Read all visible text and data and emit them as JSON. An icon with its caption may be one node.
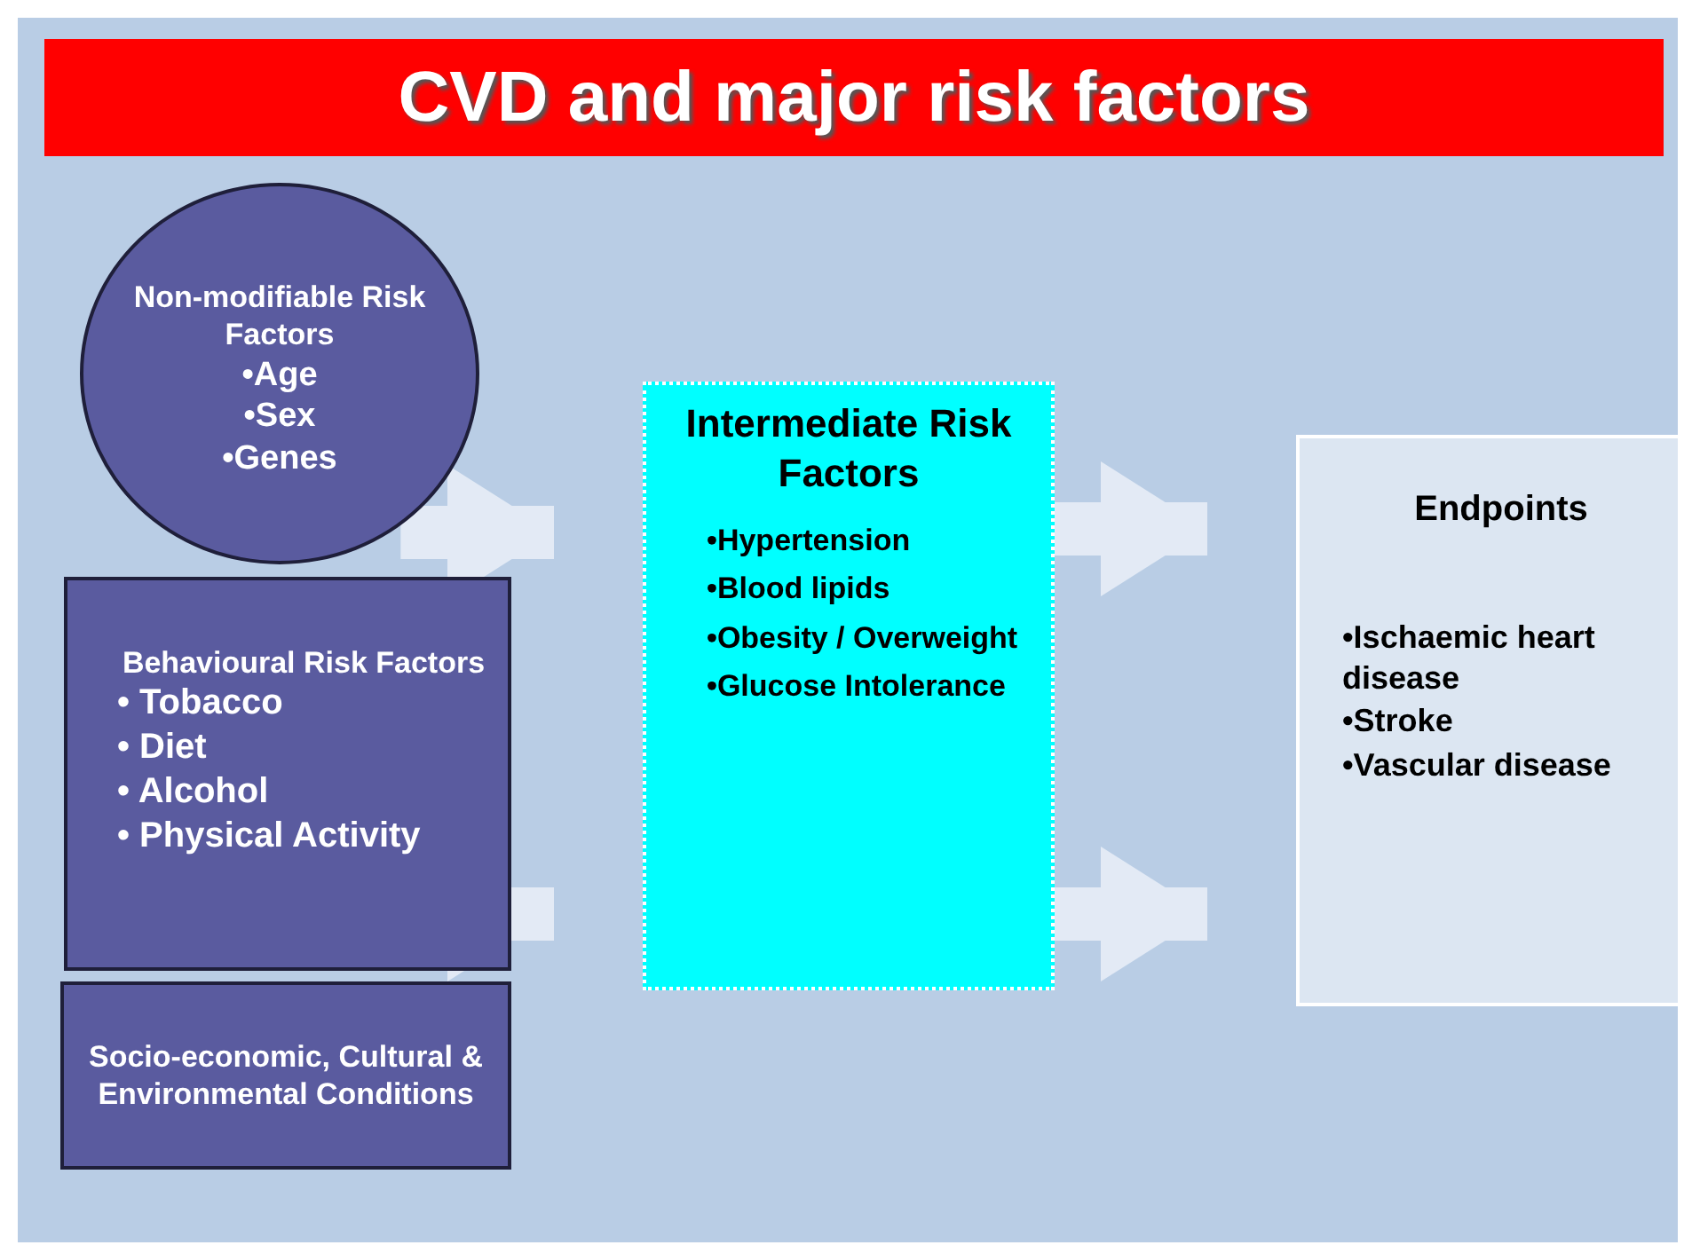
{
  "diagram": {
    "title": "CVD and major risk factors",
    "nodes": [
      {
        "text": [
          "Non-modifiable Risk Factors",
          "•Age",
          "•Sex",
          "•Genes"
        ]
      },
      {
        "text": [
          "Behavioural Risk Factors",
          "• Tobacco",
          "• Diet",
          "• Alcohol",
          "• Physical Activity"
        ]
      },
      {
        "text": [
          "Socio-economic, Cultural & Environmental Conditions"
        ]
      },
      {
        "text": [
          "Intermediate Risk Factors",
          "•Hypertension",
          "•Blood lipids",
          "•Obesity / Overweight",
          "•Glucose Intolerance"
        ]
      },
      {
        "text": [
          "Endpoints",
          "•Ischaemic heart disease",
          "•Stroke",
          "•Vascular disease"
        ]
      }
    ],
    "edges": [
      {
        "from": 0,
        "to": 3,
        "arrow": "to"
      },
      {
        "from": 1,
        "to": 3,
        "arrow": "to"
      },
      {
        "from": 3,
        "to": 4,
        "arrow": "to"
      },
      {
        "from": 3,
        "to": 4,
        "arrow": "to"
      }
    ]
  }
}
